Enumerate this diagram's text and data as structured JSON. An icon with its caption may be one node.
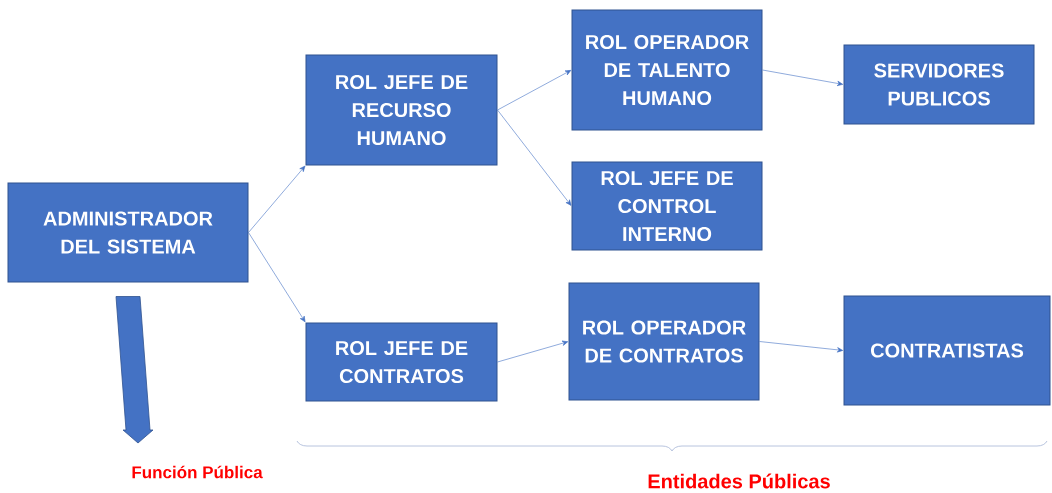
{
  "diagram": {
    "nodes": [
      {
        "text": [
          "ADMINISTRADOR DEL SISTEMA"
        ]
      },
      {
        "text": [
          "ROL JEFE DE RECURSO HUMANO"
        ]
      },
      {
        "text": [
          "ROL OPERADOR DE TALENTO HUMANO"
        ]
      },
      {
        "text": [
          "SERVIDORES PUBLICOS"
        ]
      },
      {
        "text": [
          "ROL JEFE DE CONTROL INTERNO"
        ]
      },
      {
        "text": [
          "ROL JEFE DE CONTRATOS"
        ]
      },
      {
        "text": [
          "ROL OPERADOR DE CONTRATOS"
        ]
      },
      {
        "text": [
          "CONTRATISTAS"
        ]
      }
    ],
    "edges": [
      {
        "from": 0,
        "to": 1,
        "arrow": "to"
      },
      {
        "from": 0,
        "to": 5,
        "arrow": "to"
      },
      {
        "from": 1,
        "to": 2,
        "arrow": "to"
      },
      {
        "from": 1,
        "to": 4,
        "arrow": "to"
      },
      {
        "from": 2,
        "to": 3,
        "arrow": "to"
      },
      {
        "from": 5,
        "to": 6,
        "arrow": "to"
      },
      {
        "from": 6,
        "to": 7,
        "arrow": "to"
      },
      {
        "from": 0,
        "to": null,
        "arrow": "to",
        "style": "thick"
      }
    ],
    "labels": [
      "Función Pública",
      "Entidades Públicas"
    ]
  }
}
